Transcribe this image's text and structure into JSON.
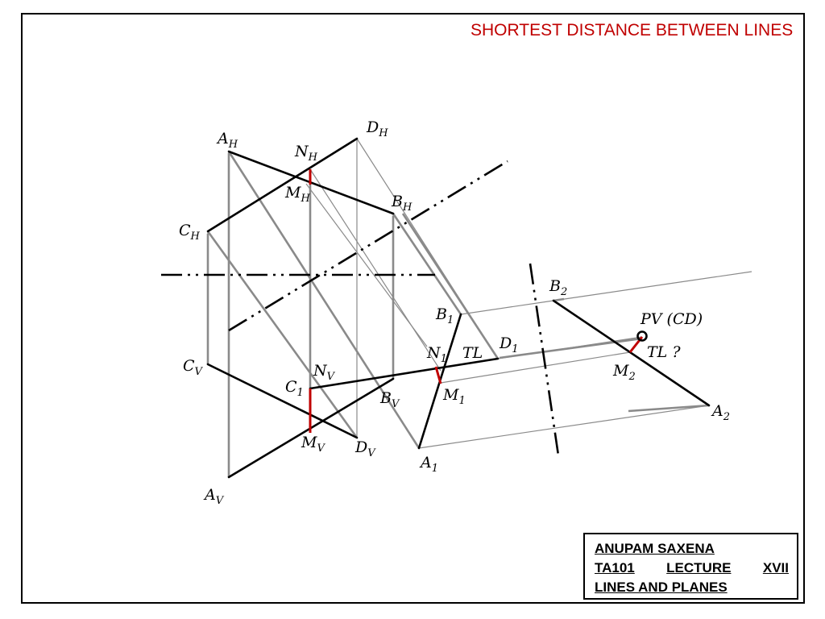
{
  "title": "SHORTEST DISTANCE BETWEEN LINES",
  "colors": {
    "accent": "#c00000",
    "line": "#000000",
    "projector": "#808080"
  },
  "labels": {
    "AH": {
      "base": "A",
      "sub": "H"
    },
    "DH": {
      "base": "D",
      "sub": "H"
    },
    "NH": {
      "base": "N",
      "sub": "H"
    },
    "MH": {
      "base": "M",
      "sub": "H"
    },
    "BH": {
      "base": "B",
      "sub": "H"
    },
    "CH": {
      "base": "C",
      "sub": "H"
    },
    "CV": {
      "base": "C",
      "sub": "V"
    },
    "NV": {
      "base": "N",
      "sub": "V"
    },
    "C1": {
      "base": "C",
      "sub": "1"
    },
    "BV": {
      "base": "B",
      "sub": "V"
    },
    "MV": {
      "base": "M",
      "sub": "V"
    },
    "DV": {
      "base": "D",
      "sub": "V"
    },
    "AV": {
      "base": "A",
      "sub": "V"
    },
    "B1": {
      "base": "B",
      "sub": "1"
    },
    "N1": {
      "base": "N",
      "sub": "1"
    },
    "TL1": "TL",
    "D1": {
      "base": "D",
      "sub": "1"
    },
    "M1": {
      "base": "M",
      "sub": "1"
    },
    "A1": {
      "base": "A",
      "sub": "1"
    },
    "B2": {
      "base": "B",
      "sub": "2"
    },
    "PV": "PV (CD)",
    "TL2": "TL ?",
    "M2": {
      "base": "M",
      "sub": "2"
    },
    "A2": {
      "base": "A",
      "sub": "2"
    }
  },
  "credit": {
    "name": "ANUPAM SAXENA",
    "course": "TA101",
    "lecture": "LECTURE",
    "number": "XVII",
    "topic": "LINES AND PLANES"
  }
}
